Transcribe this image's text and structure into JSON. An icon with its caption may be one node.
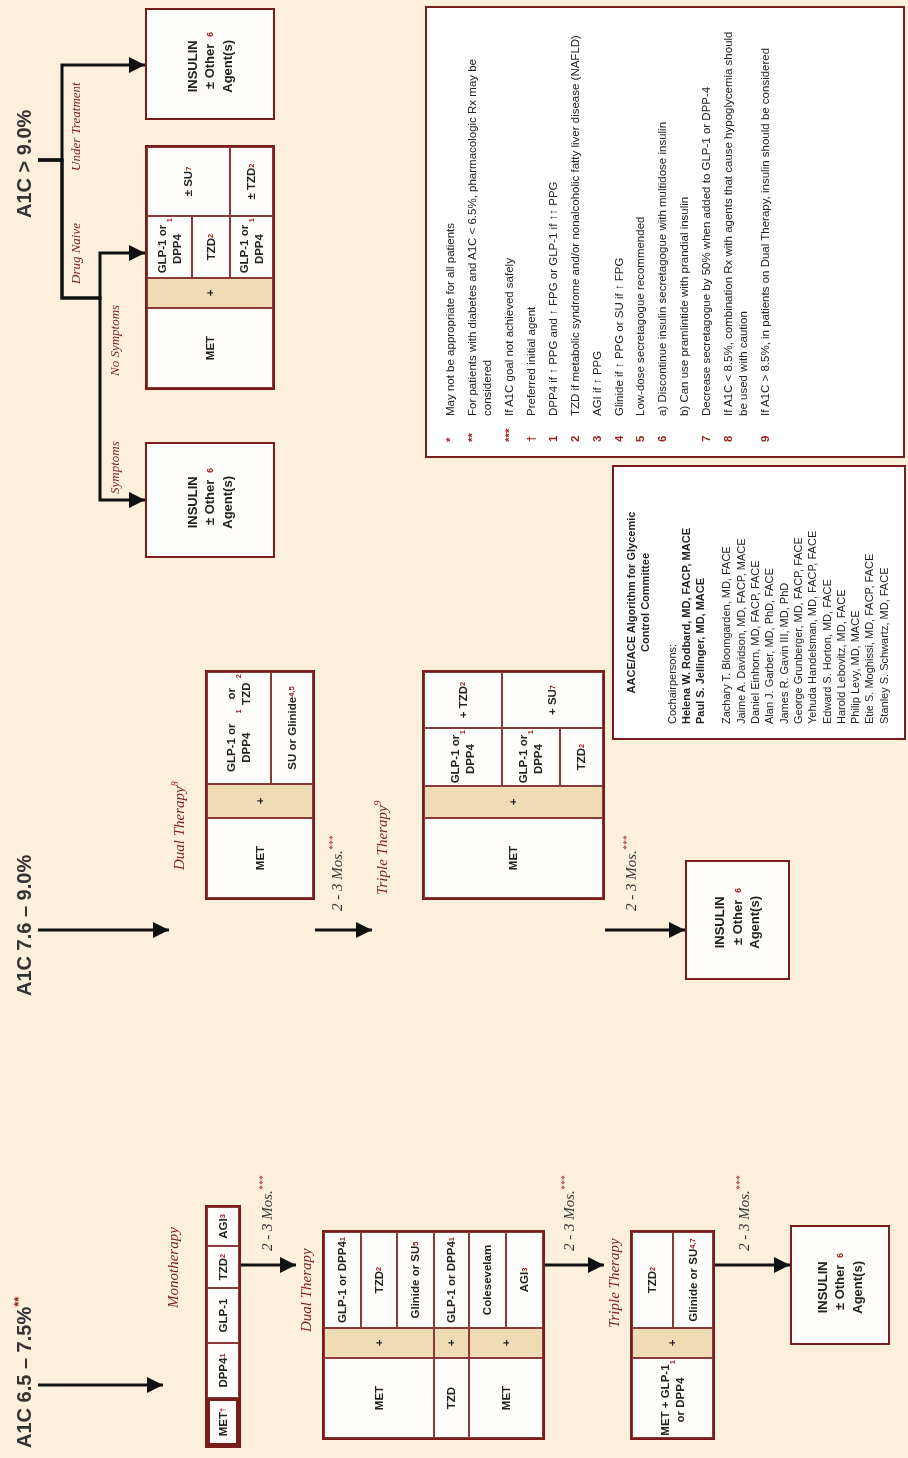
{
  "diagram": {
    "nodes": [
      {
        "text": [
          "A1C 6.5 – 7.5%$^{**}$"
        ]
      },
      {
        "text": [
          "Monotherapy"
        ]
      },
      {
        "text": [
          "MET$^{†}$"
        ],
        "in": 1
      },
      {
        "text": [
          "DPP4$^{1}$"
        ],
        "in": 1
      },
      {
        "text": [
          "GLP-1"
        ],
        "in": 1
      },
      {
        "text": [
          "TZD$^{2}$"
        ],
        "in": 1
      },
      {
        "text": [
          "AGI$^{3}$"
        ],
        "in": 1
      },
      {
        "text": [
          "Dual Therapy"
        ]
      },
      {
        "text": [
          "MET"
        ],
        "in": 7
      },
      {
        "text": [
          "+"
        ],
        "in": 7
      },
      {
        "text": [
          "GLP-1 or DPP4$^{1}$"
        ],
        "in": 7
      },
      {
        "text": [
          "TZD$^{2}$"
        ],
        "in": 7
      },
      {
        "text": [
          "Glinide or SU$^{5}$"
        ],
        "in": 7
      },
      {
        "text": [
          "TZD"
        ],
        "in": 7
      },
      {
        "text": [
          "+"
        ],
        "in": 7
      },
      {
        "text": [
          "GLP-1 or DPP4$^{1}$"
        ],
        "in": 7
      },
      {
        "text": [
          "MET"
        ],
        "in": 7
      },
      {
        "text": [
          "+"
        ],
        "in": 7
      },
      {
        "text": [
          "Colesevelam"
        ],
        "in": 7
      },
      {
        "text": [
          "AGI$^{3}$"
        ],
        "in": 7
      },
      {
        "text": [
          "Triple Therapy"
        ]
      },
      {
        "text": [
          "MET + GLP-1 or DPP4$^{1}$"
        ],
        "in": 20
      },
      {
        "text": [
          "+"
        ],
        "in": 20
      },
      {
        "text": [
          "TZD$^{2}$"
        ],
        "in": 20
      },
      {
        "text": [
          "Glinide or SU$^{4,7}$"
        ],
        "in": 20
      },
      {
        "text": [
          "INSULIN ± Other Agent(s)$^{6}$"
        ]
      },
      {
        "text": [
          "A1C 7.6 – 9.0%"
        ]
      },
      {
        "text": [
          "Dual Therapy$^{8}$"
        ]
      },
      {
        "text": [
          "MET"
        ],
        "in": 27
      },
      {
        "text": [
          "+"
        ],
        "in": 27
      },
      {
        "text": [
          "GLP-1 or DPP4$^{1}$ or TZD$^{2}$"
        ],
        "in": 27
      },
      {
        "text": [
          "SU or Glinide$^{4,5}$"
        ],
        "in": 27
      },
      {
        "text": [
          "Triple Therapy$^{9}$"
        ]
      },
      {
        "text": [
          "MET"
        ],
        "in": 32
      },
      {
        "text": [
          "+"
        ],
        "in": 32
      },
      {
        "text": [
          "GLP-1 or DPP4$^{1}$"
        ],
        "in": 32
      },
      {
        "text": [
          "+ TZD$^{2}$"
        ],
        "in": 32
      },
      {
        "text": [
          "GLP-1 or DPP4$^{1}$"
        ],
        "in": 32
      },
      {
        "text": [
          "TZD$^{2}$"
        ],
        "in": 32
      },
      {
        "text": [
          "+ SU$^{7}$"
        ],
        "in": 32
      },
      {
        "text": [
          "INSULIN ± Other Agent(s)$^{6}$"
        ]
      },
      {
        "text": [
          "A1C > 9.0%"
        ]
      },
      {
        "text": [
          "INSULIN ± Other Agent(s)$^{6}$"
        ]
      },
      {
        "text": [],
        "shape": "box"
      },
      {
        "text": [
          "MET"
        ],
        "in": 43
      },
      {
        "text": [
          "+"
        ],
        "in": 43
      },
      {
        "text": [
          "GLP-1 or DPP4$^{1}$"
        ],
        "in": 43
      },
      {
        "text": [
          "TZD$^{2}$"
        ],
        "in": 43
      },
      {
        "text": [
          "± SU$^{7}$"
        ],
        "in": 43
      },
      {
        "text": [
          "GLP-1 or DPP4$^{1}$"
        ],
        "in": 43
      },
      {
        "text": [
          "± TZD$^{2}$"
        ],
        "in": 43
      },
      {
        "text": [
          "INSULIN ± Other Agent(s)$^{6}$"
        ]
      },
      {
        "text": [
          "*",
          "May not be appropriate for all patients",
          "**",
          "For patients with diabetes and A1C < 6.5%, pharmacologic Rx may be considered",
          "***",
          "If A1C goal not achieved safely",
          "†",
          "Preferred initial agent",
          "1",
          "DPP4 if ↑ PPG and ↑ FPG or GLP-1 if ↑↑ PPG",
          "2",
          "TZD if metabolic syndrome and/or nonalcoholic fatty liver disease (NAFLD)",
          "3",
          "AGI if ↑ PPG",
          "4",
          "Glinide if ↑ PPG or SU if ↑ FPG",
          "5",
          "Low-dose secretagogue recommended",
          "6",
          "a) Discontinue insulin secretagogue with multidose insulin",
          "b) Can use pramlintide with prandial insulin",
          "7",
          "Decrease secretagogue by 50% when added to GLP-1 or DPP-4",
          "8",
          "If A1C < 8.5%, combination Rx with agents that cause hypoglycemia should be used with caution",
          "9",
          "If A1C > 8.5%, in patients on Dual Therapy, insulin should be considered"
        ]
      },
      {
        "text": [
          "AACE/ACE Algorithm for Glycemic Control Committee",
          "Cochairpersons:",
          "Helena W. Rodbard, MD, FACP, MACE",
          "Paul S. Jellinger, MD, MACE",
          "Zachary T. Bloomgarden, MD, FACE",
          "Jaime A. Davidson, MD, FACP, MACE",
          "Daniel Einhorn, MD, FACP, FACE",
          "Alan J. Garber, MD, PhD, FACE",
          "James R. Gavin III, MD, PhD",
          "George Grunberger, MD, FACP, FACE",
          "Yehuda Handelsman, MD, FACP, FACE",
          "Edward S. Horton, MD, FACE",
          "Harold Lebovitz, MD, FACE",
          "Philip Levy, MD, MACE",
          "Etie S. Moghissi, MD, FACP, FACE",
          "Stanley S. Schwartz, MD, FACE"
        ]
      }
    ],
    "edges": [
      {
        "from": 0,
        "to": 1,
        "arrow": "to"
      },
      {
        "from": 1,
        "to": 7,
        "arrow": "to",
        "label": "2 - 3 Mos.$^{***}$"
      },
      {
        "from": 7,
        "to": 20,
        "arrow": "to",
        "label": "2 - 3 Mos.$^{***}$"
      },
      {
        "from": 20,
        "to": 25,
        "arrow": "to",
        "label": "2 - 3 Mos.$^{***}$"
      },
      {
        "from": 26,
        "to": 27,
        "arrow": "to"
      },
      {
        "from": 27,
        "to": 32,
        "arrow": "to",
        "label": "2 - 3 Mos.$^{***}$"
      },
      {
        "from": 32,
        "to": 40,
        "arrow": "to",
        "label": "2 - 3 Mos.$^{***}$"
      },
      {
        "from": 41,
        "to": 42,
        "arrow": "to",
        "label": "Symptoms"
      },
      {
        "from": 41,
        "to": 43,
        "arrow": "to",
        "label": "No Symptoms"
      },
      {
        "from": 41,
        "to": 51,
        "arrow": "to",
        "label": "Under Treatment"
      }
    ],
    "labels": [
      "Drug Naive"
    ]
  }
}
